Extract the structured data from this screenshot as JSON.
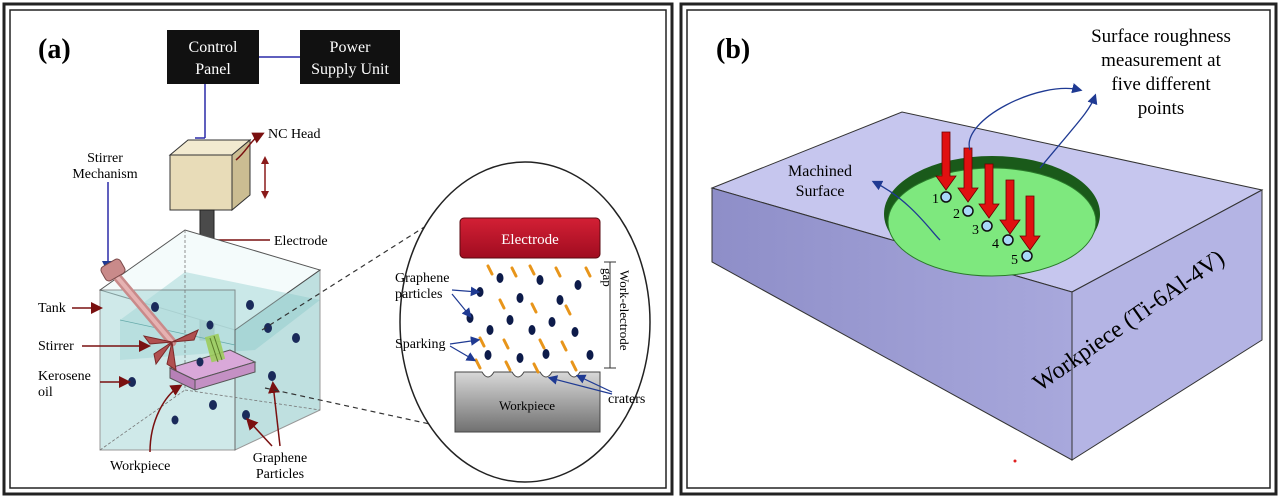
{
  "panel_a": {
    "label": "(a)",
    "control_panel": [
      "Control",
      "Panel"
    ],
    "power_supply": [
      "Power",
      "Supply Unit"
    ],
    "nc_head": "NC Head",
    "stirrer_mechanism": [
      "Stirrer",
      "Mechanism"
    ],
    "electrode": "Electrode",
    "tank": "Tank",
    "stirrer": "Stirrer",
    "kerosene": [
      "Kerosene",
      "oil"
    ],
    "workpiece": "Workpiece",
    "graphene_particles": [
      "Graphene",
      "Particles"
    ],
    "inset": {
      "electrode": "Electrode",
      "graphene_particles": [
        "Graphene",
        "particles"
      ],
      "sparking": "Sparking",
      "gap": [
        "Work-electrode",
        "gap"
      ],
      "workpiece": "Workpiece",
      "craters": "craters"
    }
  },
  "panel_b": {
    "label": "(b)",
    "roughness_note": [
      "Surface roughness",
      "measurement at",
      "five different",
      "points"
    ],
    "machined_surface": [
      "Machined",
      "Surface"
    ],
    "points": [
      "1",
      "2",
      "3",
      "4",
      "5"
    ],
    "workpiece_label": "Workpiece (Ti-6Al-4V)"
  },
  "colors": {
    "frame": "#222222",
    "box_fill": "#111111",
    "head_fill": "#e8dcb8",
    "water": "#bfe3e3",
    "electrode_red": "#c8102e",
    "block_top": "#c6c6ee",
    "block_side": "#9a9ad0",
    "machined_green": "#7ee87e",
    "arrow_red": "#e01010",
    "annotation_blue": "#1f3a93"
  }
}
